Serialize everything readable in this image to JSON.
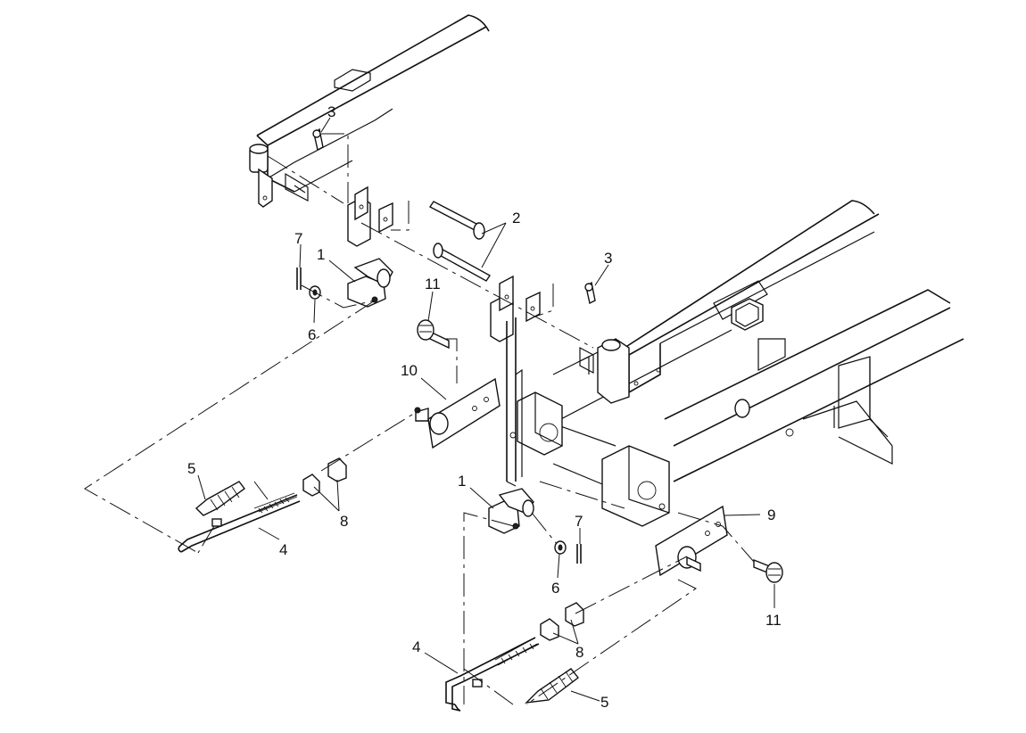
{
  "callouts": {
    "c1a": "1",
    "c1b": "1",
    "c2": "2",
    "c3a": "3",
    "c3b": "3",
    "c4a": "4",
    "c4b": "4",
    "c5a": "5",
    "c5b": "5",
    "c6a": "6",
    "c6b": "6",
    "c7a": "7",
    "c7b": "7",
    "c8a": "8",
    "c8b": "8",
    "c9": "9",
    "c10": "10",
    "c11a": "11",
    "c11b": "11"
  }
}
